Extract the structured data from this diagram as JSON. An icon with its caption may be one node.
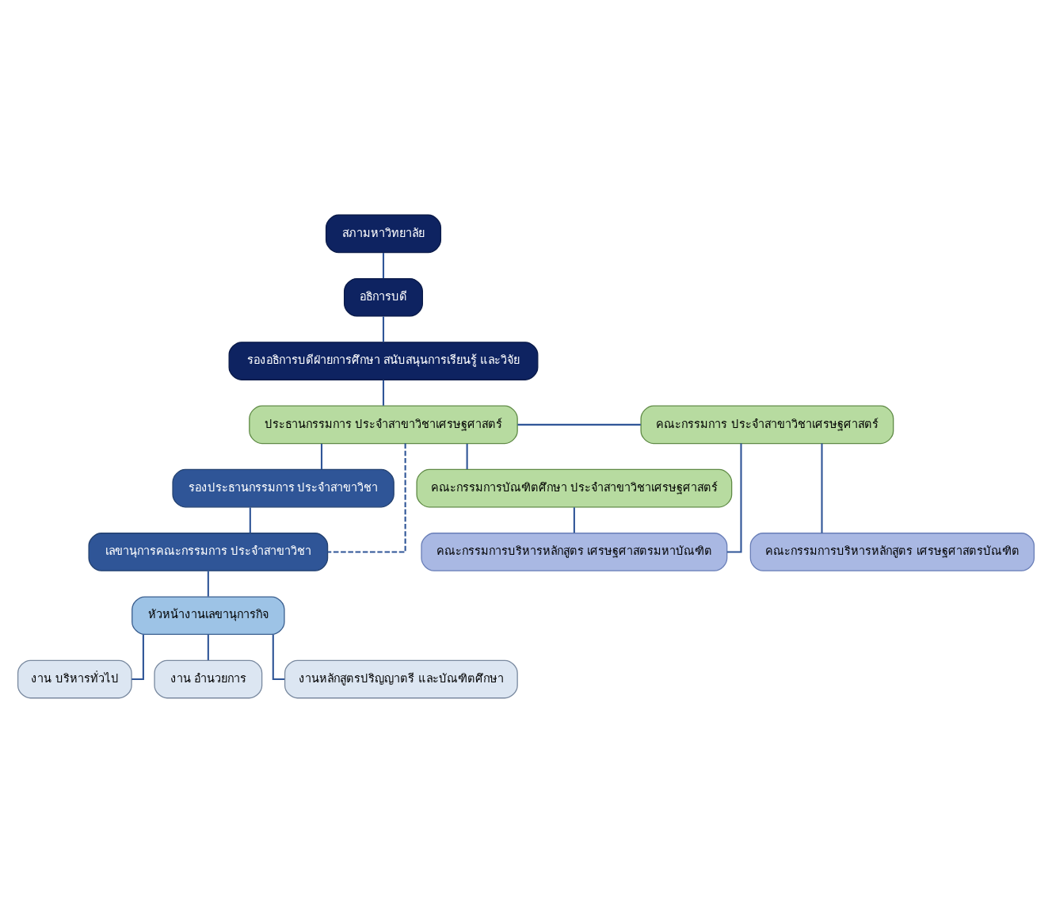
{
  "diagram": {
    "nodes": [
      {
        "text": [
          "สภามหาวิทยาลัย"
        ]
      },
      {
        "text": [
          "อธิการบดี"
        ]
      },
      {
        "text": [
          "รองอธิการบดีฝ่ายการศึกษา สนับสนุนการเรียนรู้ และวิจัย"
        ]
      },
      {
        "text": [
          "ประธานกรรมการ ประจำสาขาวิชาเศรษฐศาสตร์"
        ]
      },
      {
        "text": [
          "คณะกรรมการ ประจำสาขาวิชาเศรษฐศาสตร์"
        ]
      },
      {
        "text": [
          "คณะกรรมการบัณฑิตศึกษา ประจำสาขาวิชาเศรษฐศาสตร์"
        ]
      },
      {
        "text": [
          "รองประธานกรรมการ ประจำสาขาวิชา"
        ]
      },
      {
        "text": [
          "เลขานุการคณะกรรมการ ประจำสาขาวิชา"
        ]
      },
      {
        "text": [
          "หัวหน้างานเลขานุการกิจ"
        ]
      },
      {
        "text": [
          "คณะกรรมการบริหารหลักสูตร เศรษฐศาสตรมหาบัณฑิต"
        ]
      },
      {
        "text": [
          "คณะกรรมการบริหารหลักสูตร เศรษฐศาสตรบัณฑิต"
        ]
      },
      {
        "text": [
          "งาน บริหารทั่วไป"
        ]
      },
      {
        "text": [
          "งาน อำนวยการ"
        ]
      },
      {
        "text": [
          "งานหลักสูตรปริญญาตรี และบัณฑิตศึกษา"
        ]
      }
    ],
    "edges": [
      {
        "from": 0,
        "to": 1,
        "arrow": "none"
      },
      {
        "from": 1,
        "to": 2,
        "arrow": "none"
      },
      {
        "from": 2,
        "to": 3,
        "arrow": "none"
      },
      {
        "from": 3,
        "to": 4,
        "arrow": "none"
      },
      {
        "from": 3,
        "to": 5,
        "arrow": "none"
      },
      {
        "from": 3,
        "to": 6,
        "arrow": "none"
      },
      {
        "from": 3,
        "to": 7,
        "arrow": "none",
        "style": "dashed"
      },
      {
        "from": 6,
        "to": 7,
        "arrow": "none"
      },
      {
        "from": 7,
        "to": 8,
        "arrow": "none"
      },
      {
        "from": 5,
        "to": 9,
        "arrow": "none"
      },
      {
        "from": 4,
        "to": 9,
        "arrow": "none"
      },
      {
        "from": 4,
        "to": 10,
        "arrow": "none"
      },
      {
        "from": 8,
        "to": 11,
        "arrow": "none"
      },
      {
        "from": 8,
        "to": 12,
        "arrow": "none"
      },
      {
        "from": 8,
        "to": 13,
        "arrow": "none"
      }
    ]
  }
}
